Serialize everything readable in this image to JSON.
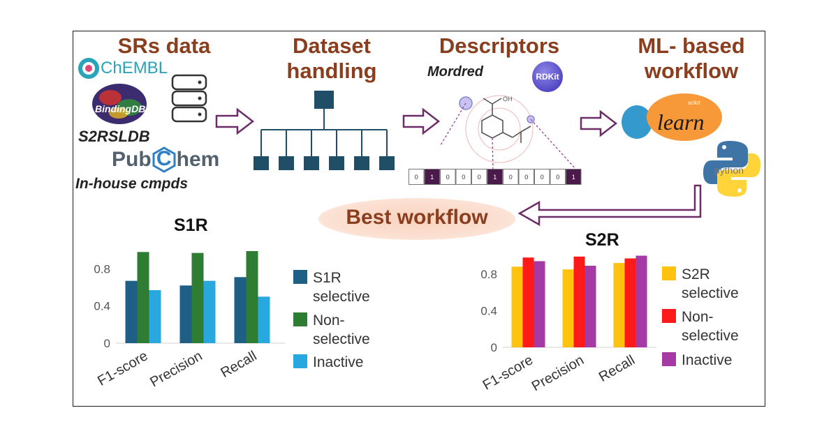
{
  "stages": {
    "srs_data": "SRs data",
    "dataset_line1": "Dataset",
    "dataset_line2": "handling",
    "descriptors": "Descriptors",
    "ml_line1": "ML- based",
    "ml_line2": "workflow"
  },
  "sources": {
    "chembl": "ChEMBL",
    "bindingdb": "BindingDB",
    "s2rsldb": "S2RSLDB",
    "pubchem_a": "Pub",
    "pubchem_c": "C",
    "pubchem_b": "hem",
    "inhouse": "In-house cmpds"
  },
  "descriptors": {
    "mordred": "Mordred",
    "rdkit": "RDKit",
    "oh_label": "OH",
    "bits": [
      "0",
      "1",
      "0",
      "0",
      "0",
      "1",
      "0",
      "0",
      "0",
      "0",
      "1"
    ]
  },
  "ml": {
    "sklearn_small": "scikit",
    "sklearn": "learn",
    "python": "python"
  },
  "best_workflow": "Best workflow",
  "colors": {
    "heading": "#8a3e1e",
    "arrow": "#6b2c68",
    "s1r_selective": "#1f5f85",
    "s1r_nonselective": "#2e7d32",
    "s1r_inactive": "#29a8e0",
    "s2r_selective": "#ffc20e",
    "s2r_nonselective": "#ff1a1a",
    "s2r_inactive": "#a53aa5"
  },
  "chart_data": [
    {
      "type": "bar",
      "title": "S1R",
      "categories": [
        "F1-score",
        "Precision",
        "Recall"
      ],
      "series": [
        {
          "name": "S1R selective",
          "values": [
            0.67,
            0.62,
            0.71
          ]
        },
        {
          "name": "Non-selective",
          "values": [
            0.98,
            0.97,
            0.99
          ]
        },
        {
          "name": "Inactive",
          "values": [
            0.57,
            0.67,
            0.5
          ]
        }
      ],
      "yticks": [
        "0",
        "0.4",
        "0.8"
      ],
      "ylim": [
        0,
        1.05
      ],
      "legend_lines": [
        [
          "S1R",
          "selective"
        ],
        [
          "Non-",
          "selective"
        ],
        [
          "Inactive"
        ]
      ],
      "legend": "right"
    },
    {
      "type": "bar",
      "title": "S2R",
      "categories": [
        "F1-score",
        "Precision",
        "Recall"
      ],
      "series": [
        {
          "name": "S2R selective",
          "values": [
            0.88,
            0.85,
            0.92
          ]
        },
        {
          "name": "Non-selective",
          "values": [
            0.98,
            0.99,
            0.97
          ]
        },
        {
          "name": "Inactive",
          "values": [
            0.94,
            0.89,
            1.0
          ]
        }
      ],
      "yticks": [
        "0",
        "0.4",
        "0.8"
      ],
      "ylim": [
        0,
        1.05
      ],
      "legend_lines": [
        [
          "S2R",
          "selective"
        ],
        [
          "Non-",
          "selective"
        ],
        [
          "Inactive"
        ]
      ],
      "legend": "right"
    }
  ]
}
